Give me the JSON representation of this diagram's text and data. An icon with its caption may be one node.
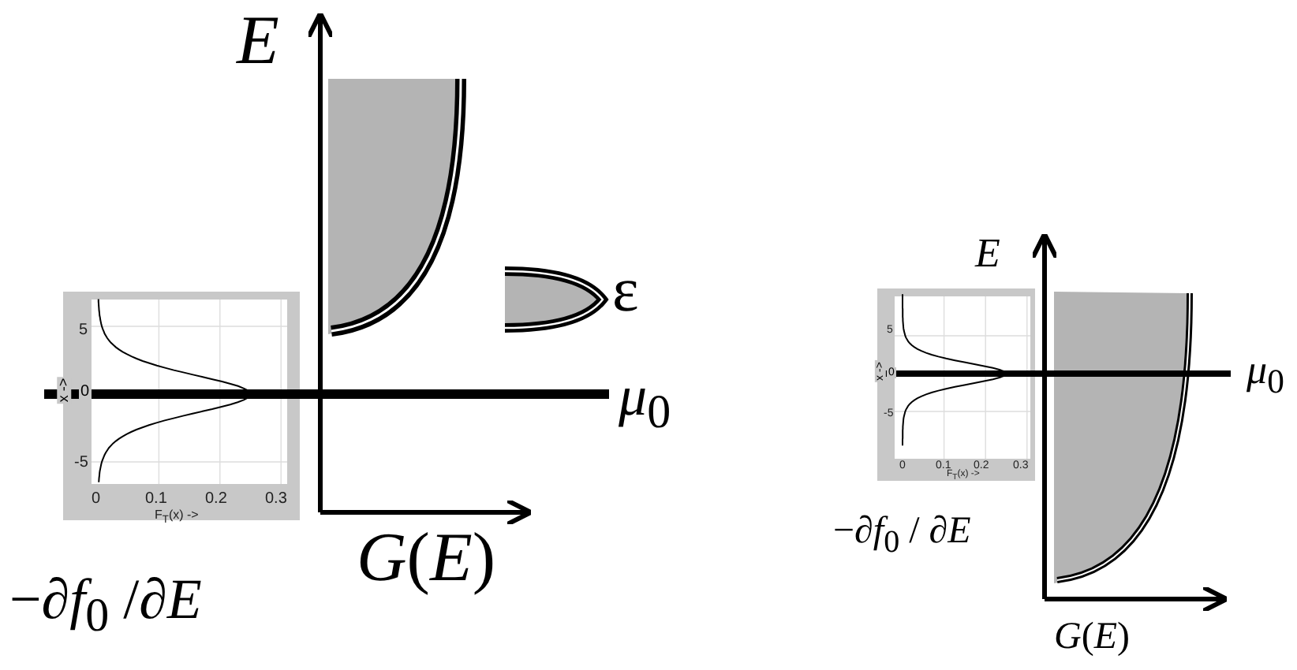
{
  "diagram": {
    "labels": [
      "E",
      "5",
      "0",
      "-5",
      "x ->",
      "0",
      "0.1",
      "0.2",
      "0.3",
      "F$_{T}$(x) ->",
      "ε",
      "*μ*$_{0}$",
      "*G*(*E*)",
      "−∂*f*$_{0}$ /∂*E*",
      "E",
      "5",
      "0",
      "-5",
      "x ->",
      "0",
      "0.1",
      "0.2",
      "0.3",
      "F$_{T}$(x) ->",
      "*μ*$_{0}$",
      "−∂*f*$_{0}$ / ∂*E*",
      "*G*(*E*)"
    ]
  }
}
